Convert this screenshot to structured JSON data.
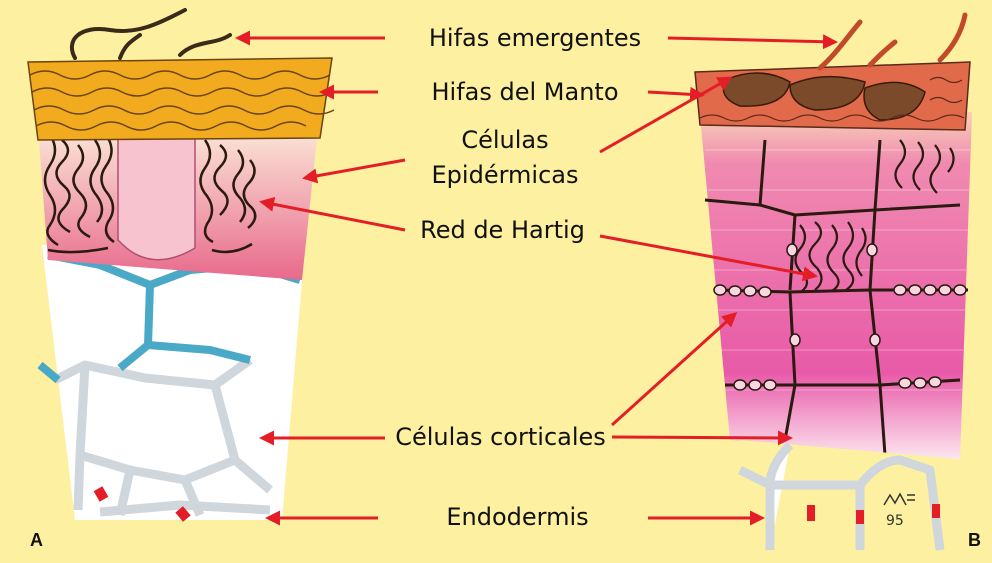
{
  "labels": {
    "hifas_emergentes": "Hifas emergentes",
    "hifas_manto": "Hifas del Manto",
    "celulas_epidermicas_1": "Células",
    "celulas_epidermicas_2": "Epidérmicas",
    "red_hartig": "Red de Hartig",
    "celulas_corticales": "Células corticales",
    "endodermis": "Endodermis"
  },
  "panels": {
    "a": "A",
    "b": "B"
  },
  "signature": "95",
  "colors": {
    "background": "#fdf0a0",
    "arrow": "#e41e26",
    "mantle_a": "#f2ab1f",
    "mantle_b": "#e06a4a",
    "epidermis_pink": "#e8698c",
    "hartig_net": "#2a1a10",
    "cortex_cell_wall": "#cfd6dc",
    "cortex_wall_blue": "#4aa9c6",
    "endodermis_band": "#e41e26"
  }
}
